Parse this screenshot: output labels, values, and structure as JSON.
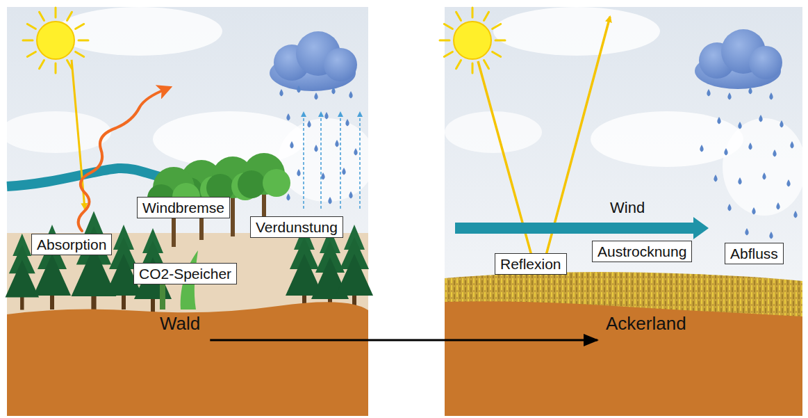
{
  "diagram": {
    "nodes": [
      {
        "text": [
          "Wald"
        ]
      },
      {
        "text": [
          "Absorption"
        ],
        "in": 0
      },
      {
        "text": [
          "Windbremse"
        ],
        "in": 0
      },
      {
        "text": [
          "CO2-Speicher"
        ],
        "in": 0
      },
      {
        "text": [
          "Verdunstung"
        ],
        "in": 0
      },
      {
        "text": [
          "Ackerland"
        ]
      },
      {
        "text": [
          "Reflexion"
        ],
        "in": 5
      },
      {
        "text": [
          "Austrocknung"
        ],
        "in": 5
      },
      {
        "text": [
          "Abfluss"
        ],
        "in": 5
      }
    ],
    "edges": [
      {
        "from": 0,
        "to": 5,
        "arrow": "to"
      }
    ],
    "labels": [
      "Wind"
    ]
  }
}
